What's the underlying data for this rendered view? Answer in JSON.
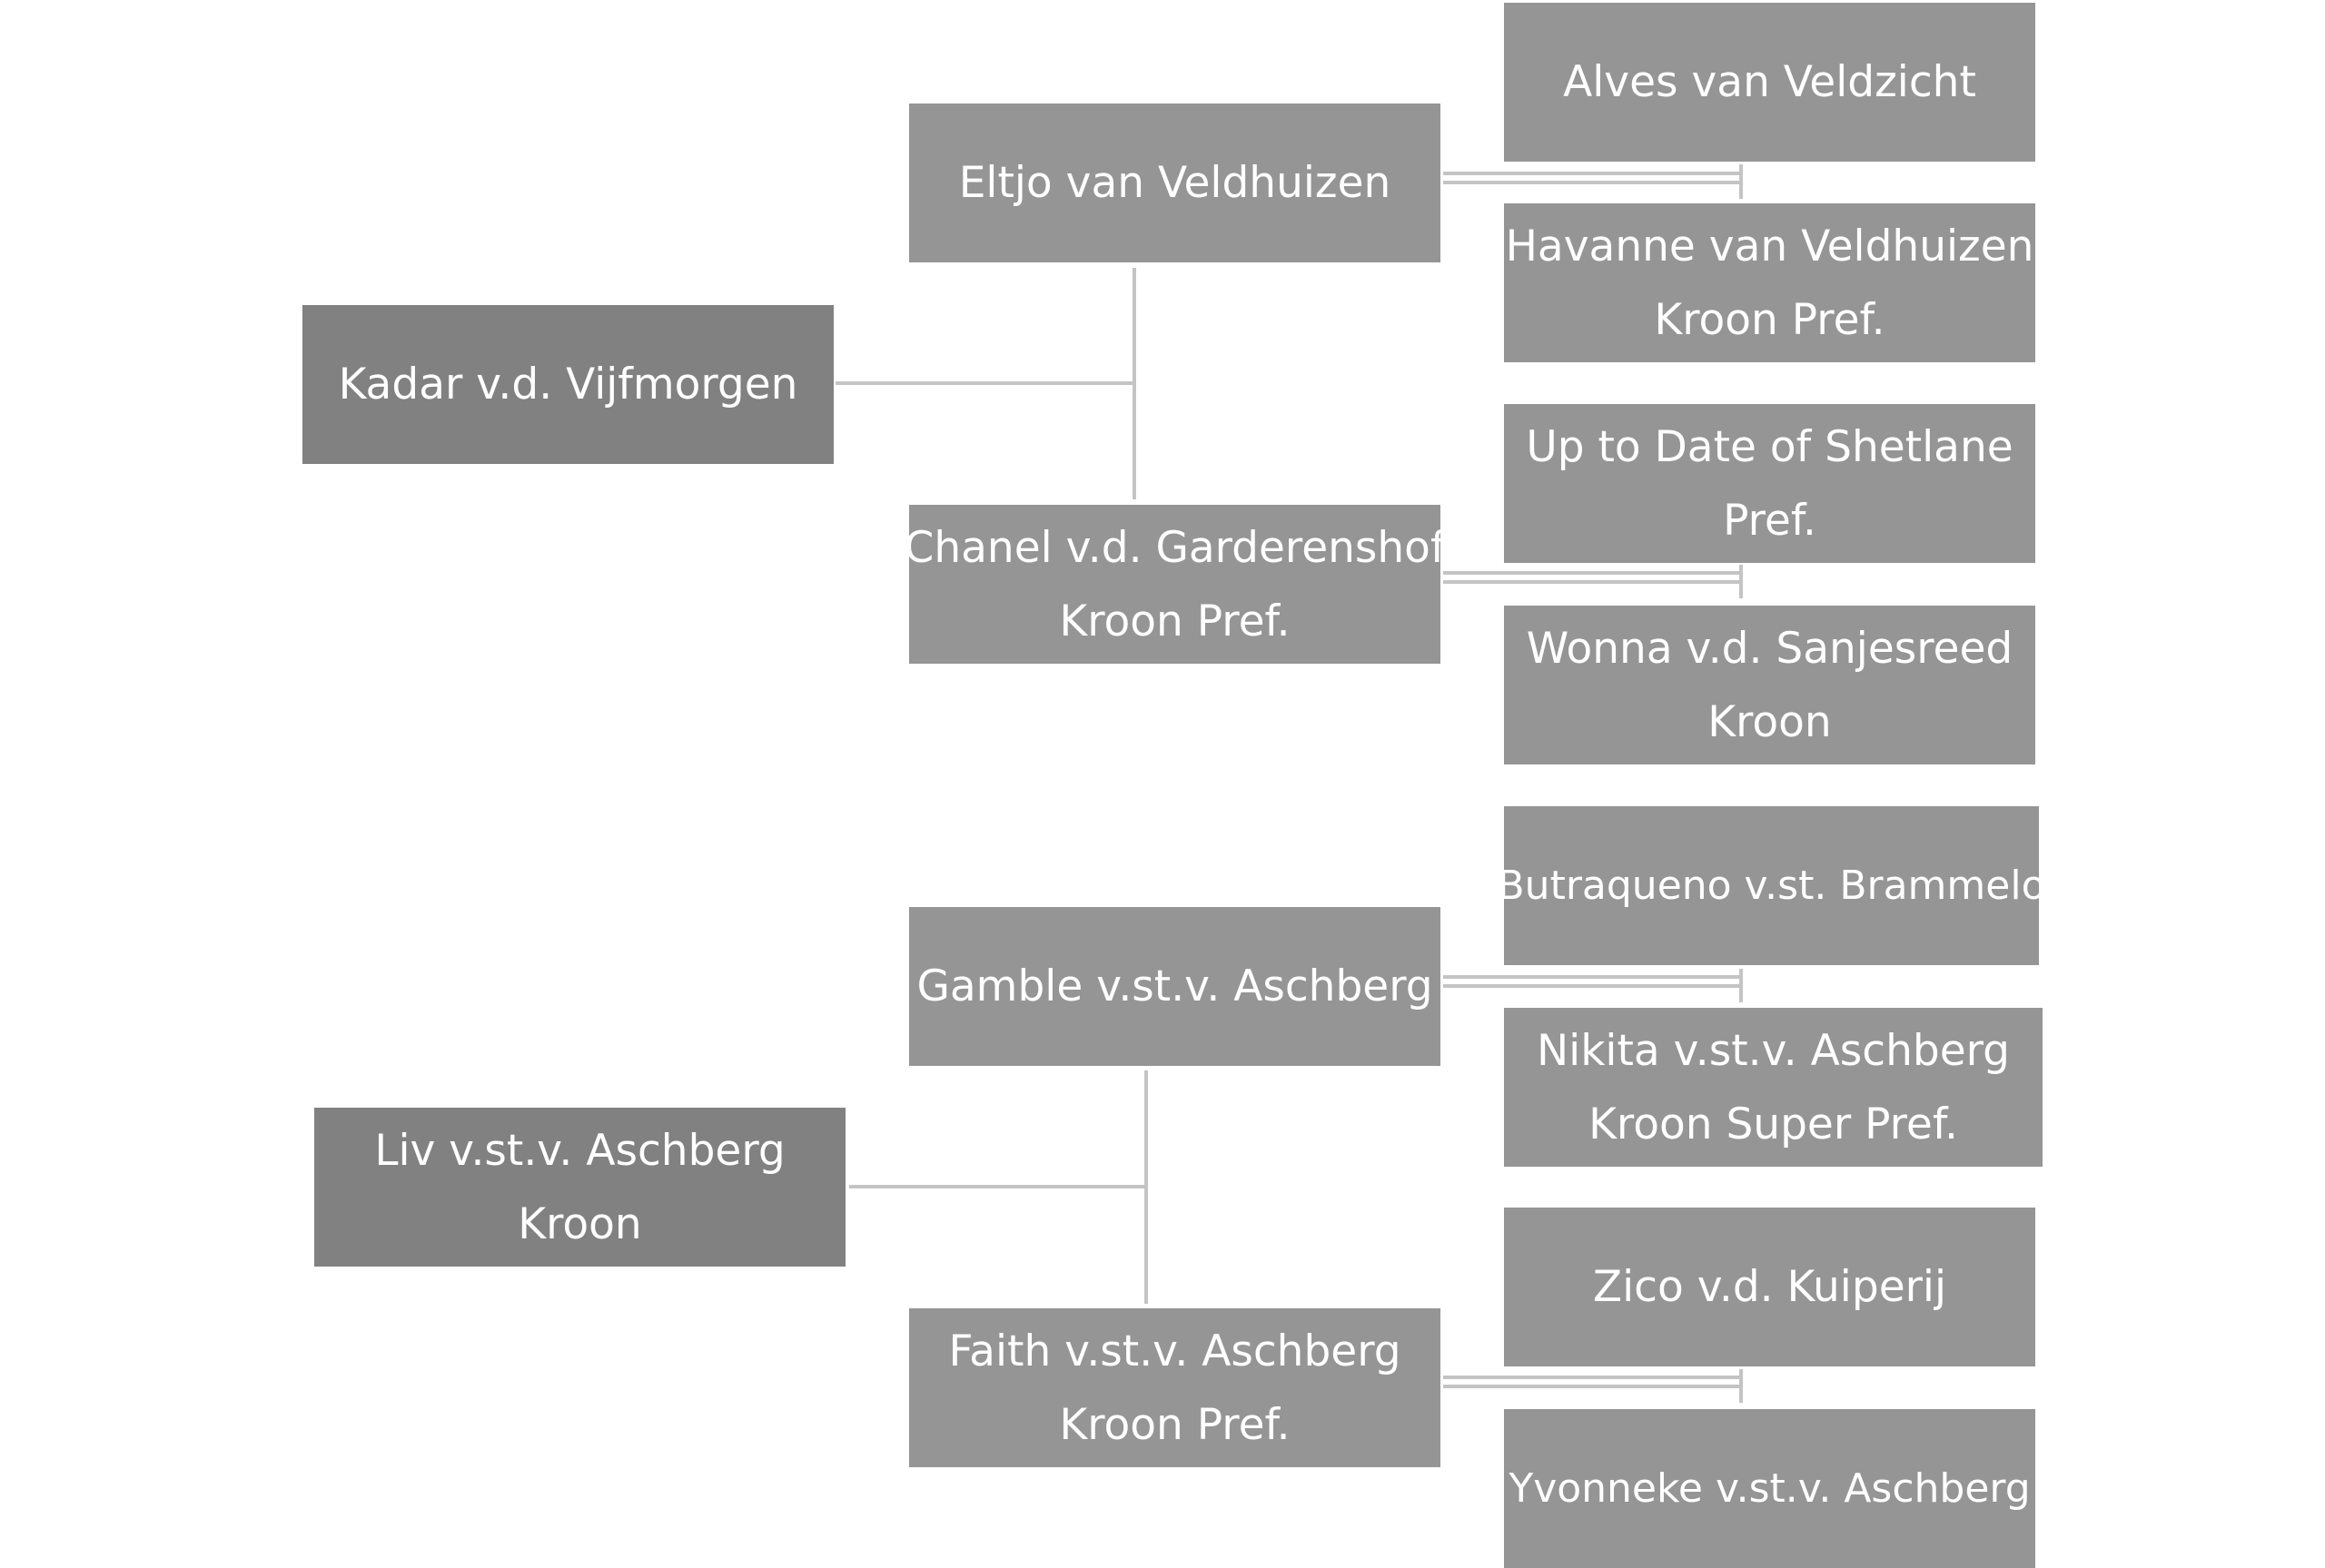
{
  "pedigree": {
    "families": [
      {
        "subject": {
          "line1": "Kadar v.d. Vijfmorgen",
          "line2": ""
        },
        "sire": {
          "line1": "Eltjo van Veldhuizen",
          "line2": ""
        },
        "dam": {
          "line1": "Chanel v.d. Garderenshof",
          "line2": "Kroon Pref."
        },
        "sire_sire": {
          "line1": "Alves van Veldzicht",
          "line2": ""
        },
        "sire_dam": {
          "line1": "Havanne van Veldhuizen",
          "line2": "Kroon Pref."
        },
        "dam_sire": {
          "line1": "Up to Date of Shetlane",
          "line2": "Pref."
        },
        "dam_dam": {
          "line1": "Wonna v.d. Sanjesreed",
          "line2": "Kroon"
        }
      },
      {
        "subject": {
          "line1": "Liv v.st.v. Aschberg",
          "line2": "Kroon"
        },
        "sire": {
          "line1": "Gamble v.st.v. Aschberg",
          "line2": ""
        },
        "dam": {
          "line1": "Faith v.st.v. Aschberg",
          "line2": "Kroon Pref."
        },
        "sire_sire": {
          "line1": "Butraqueno v.st. Brammelo",
          "line2": ""
        },
        "sire_dam": {
          "line1": "Nikita v.st.v. Aschberg",
          "line2": "Kroon Super Pref."
        },
        "dam_sire": {
          "line1": "Zico v.d. Kuiperij",
          "line2": ""
        },
        "dam_dam": {
          "line1": "Yvonneke v.st.v. Aschberg",
          "line2": ""
        }
      }
    ]
  },
  "colors": {
    "subject_box": "#818181",
    "parent_box": "#959595",
    "connector": "#c4c4c4",
    "text": "#ffffff",
    "background": "#ffffff"
  }
}
